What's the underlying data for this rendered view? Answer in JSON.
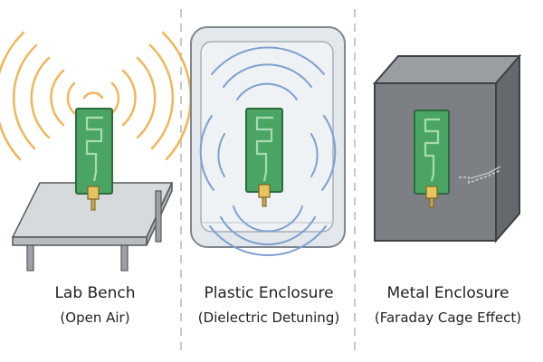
{
  "panels": [
    {
      "title": "Lab Bench",
      "subtitle": "(Open Air)"
    },
    {
      "title": "Plastic Enclosure",
      "subtitle": "(Dielectric Detuning)"
    },
    {
      "title": "Metal Enclosure",
      "subtitle": "(Faraday Cage Effect)"
    }
  ],
  "colors": {
    "signal_open": "#f2b659",
    "signal_plastic": "#7ea0cf",
    "pcb": "#4aa564",
    "pcb_border": "#2d6b3e",
    "trace": "#a7dbb1",
    "connector": "#e6c560",
    "bench": "#cfd3d6",
    "plastic_box": "#e3e8ec",
    "metal_box": "#7c7f83",
    "divider": "#b5b5b5"
  }
}
